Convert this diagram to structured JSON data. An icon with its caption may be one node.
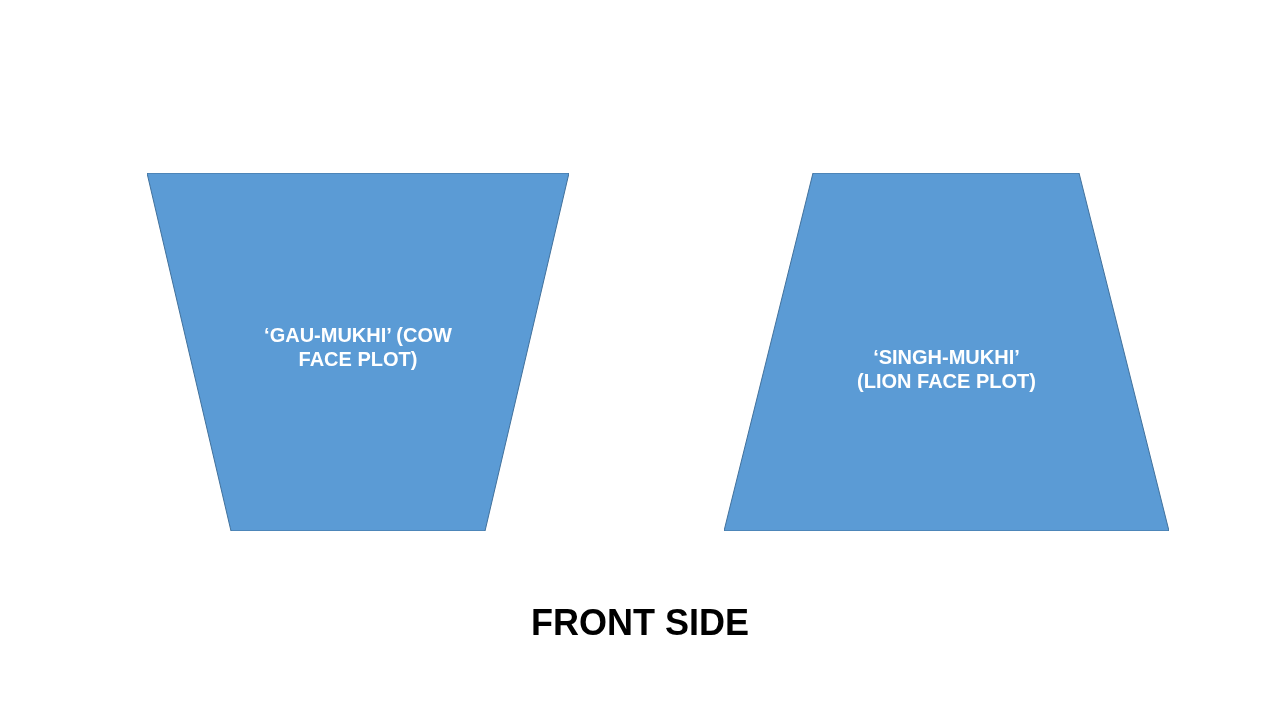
{
  "diagram": {
    "caption": "FRONT SIDE",
    "nodes": [
      {
        "text": [
          "‘GAU-MUKHI’ (COW FACE PLOT)"
        ]
      },
      {
        "text": [
          "‘SINGH-MUKHI’ (LION FACE PLOT)"
        ]
      }
    ]
  }
}
